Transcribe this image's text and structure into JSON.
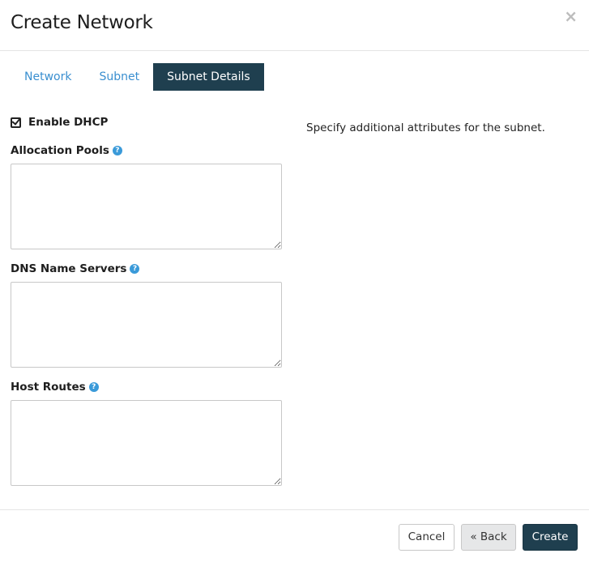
{
  "modal": {
    "title": "Create Network",
    "close_icon": "×"
  },
  "tabs": [
    {
      "label": "Network",
      "active": false
    },
    {
      "label": "Subnet",
      "active": false
    },
    {
      "label": "Subnet Details",
      "active": true
    }
  ],
  "form": {
    "enable_dhcp": {
      "label": "Enable DHCP",
      "checked": true
    },
    "allocation_pools": {
      "label": "Allocation Pools",
      "value": "",
      "help_icon": "?"
    },
    "dns_name_servers": {
      "label": "DNS Name Servers",
      "value": "",
      "help_icon": "?"
    },
    "host_routes": {
      "label": "Host Routes",
      "value": "",
      "help_icon": "?"
    }
  },
  "description": "Specify additional attributes for the subnet.",
  "footer": {
    "cancel_label": "Cancel",
    "back_label": "« Back",
    "create_label": "Create"
  },
  "colors": {
    "primary": "#1f3f4f",
    "link": "#3a8fd0",
    "help": "#3a9ad9"
  }
}
